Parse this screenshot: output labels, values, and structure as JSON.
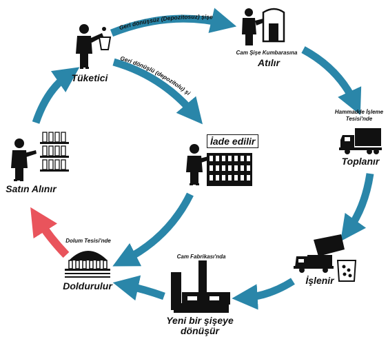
{
  "colors": {
    "arrow": "#2a86a9",
    "refill_arrow": "#e9545c",
    "ink": "#111111"
  },
  "stages": {
    "consumer": {
      "label": "Tüketici"
    },
    "bank": {
      "caption": "Cam Şişe Kumbarasına",
      "label": "Atılır"
    },
    "collect": {
      "caption": "Hammadde İşleme Tesisi'nde",
      "label": "Toplanır"
    },
    "process": {
      "label": "İşlenir"
    },
    "glass_factory": {
      "caption": "Cam Fabrikası'nda",
      "label": "Yeni bir şişeye dönüşür"
    },
    "filling": {
      "caption": "Dolum Tesisi'nde",
      "label": "Doldurulur"
    },
    "purchase": {
      "label": "Satın Alınır"
    },
    "returned": {
      "label": "İade edilir"
    }
  },
  "arrow_labels": {
    "non_returnable": "Geri dönüşsüz (Depozitosuz) şişe",
    "returnable": "Geri dönüşlü (depozitolu) şişe"
  },
  "icons": [
    "person-throwing-icon",
    "bottle-bank-icon",
    "truck-icon",
    "dump-truck-icon",
    "factory-icon",
    "bottling-plant-icon",
    "shopper-icon",
    "person-returning-icon"
  ]
}
